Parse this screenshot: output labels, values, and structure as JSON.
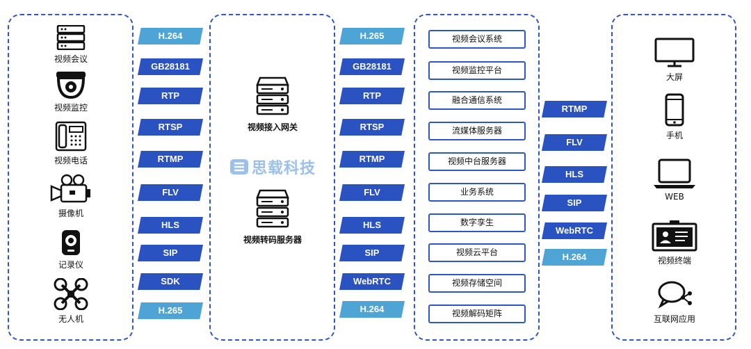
{
  "left_devices": [
    {
      "label": "视频会议",
      "icon": "video-conference-icon"
    },
    {
      "label": "视频监控",
      "icon": "surveillance-camera-icon"
    },
    {
      "label": "视频电话",
      "icon": "video-phone-icon"
    },
    {
      "label": "摄像机",
      "icon": "camcorder-icon"
    },
    {
      "label": "记录仪",
      "icon": "body-recorder-icon"
    },
    {
      "label": "无人机",
      "icon": "drone-icon"
    }
  ],
  "input_protocols": [
    "H.264",
    "GB28181",
    "RTP",
    "RTSP",
    "RTMP",
    "FLV",
    "HLS",
    "SIP",
    "SDK",
    "H.265"
  ],
  "servers": [
    {
      "label": "视频接入网关",
      "icon": "server-rack-icon"
    },
    {
      "label": "视频转码服务器",
      "icon": "server-rack-icon"
    }
  ],
  "watermark": {
    "text": "思载科技",
    "icon": "company-logo-icon"
  },
  "output_protocols": [
    "H.265",
    "GB28181",
    "RTP",
    "RTSP",
    "RTMP",
    "FLV",
    "HLS",
    "SIP",
    "WebRTC",
    "H.264"
  ],
  "systems": [
    "视频会议系统",
    "视频监控平台",
    "融合通信系统",
    "流媒体服务器",
    "视频中台服务器",
    "业务系统",
    "数字孪生",
    "视频云平台",
    "视频存储空间",
    "视频解码矩阵"
  ],
  "distribution_protocols": [
    "RTMP",
    "FLV",
    "HLS",
    "SIP",
    "WebRTC",
    "H.264"
  ],
  "terminals": [
    {
      "label": "大屏",
      "icon": "monitor-icon"
    },
    {
      "label": "手机",
      "icon": "smartphone-icon"
    },
    {
      "label": "WEB",
      "icon": "laptop-icon"
    },
    {
      "label": "视频终端",
      "icon": "video-terminal-icon"
    },
    {
      "label": "互联网应用",
      "icon": "chat-network-icon"
    }
  ],
  "colors": {
    "panel_border": "#2f56c8",
    "tag_dark": "#2a53c1",
    "tag_light": "#4fa4d6",
    "watermark": "#9cc0ea"
  }
}
